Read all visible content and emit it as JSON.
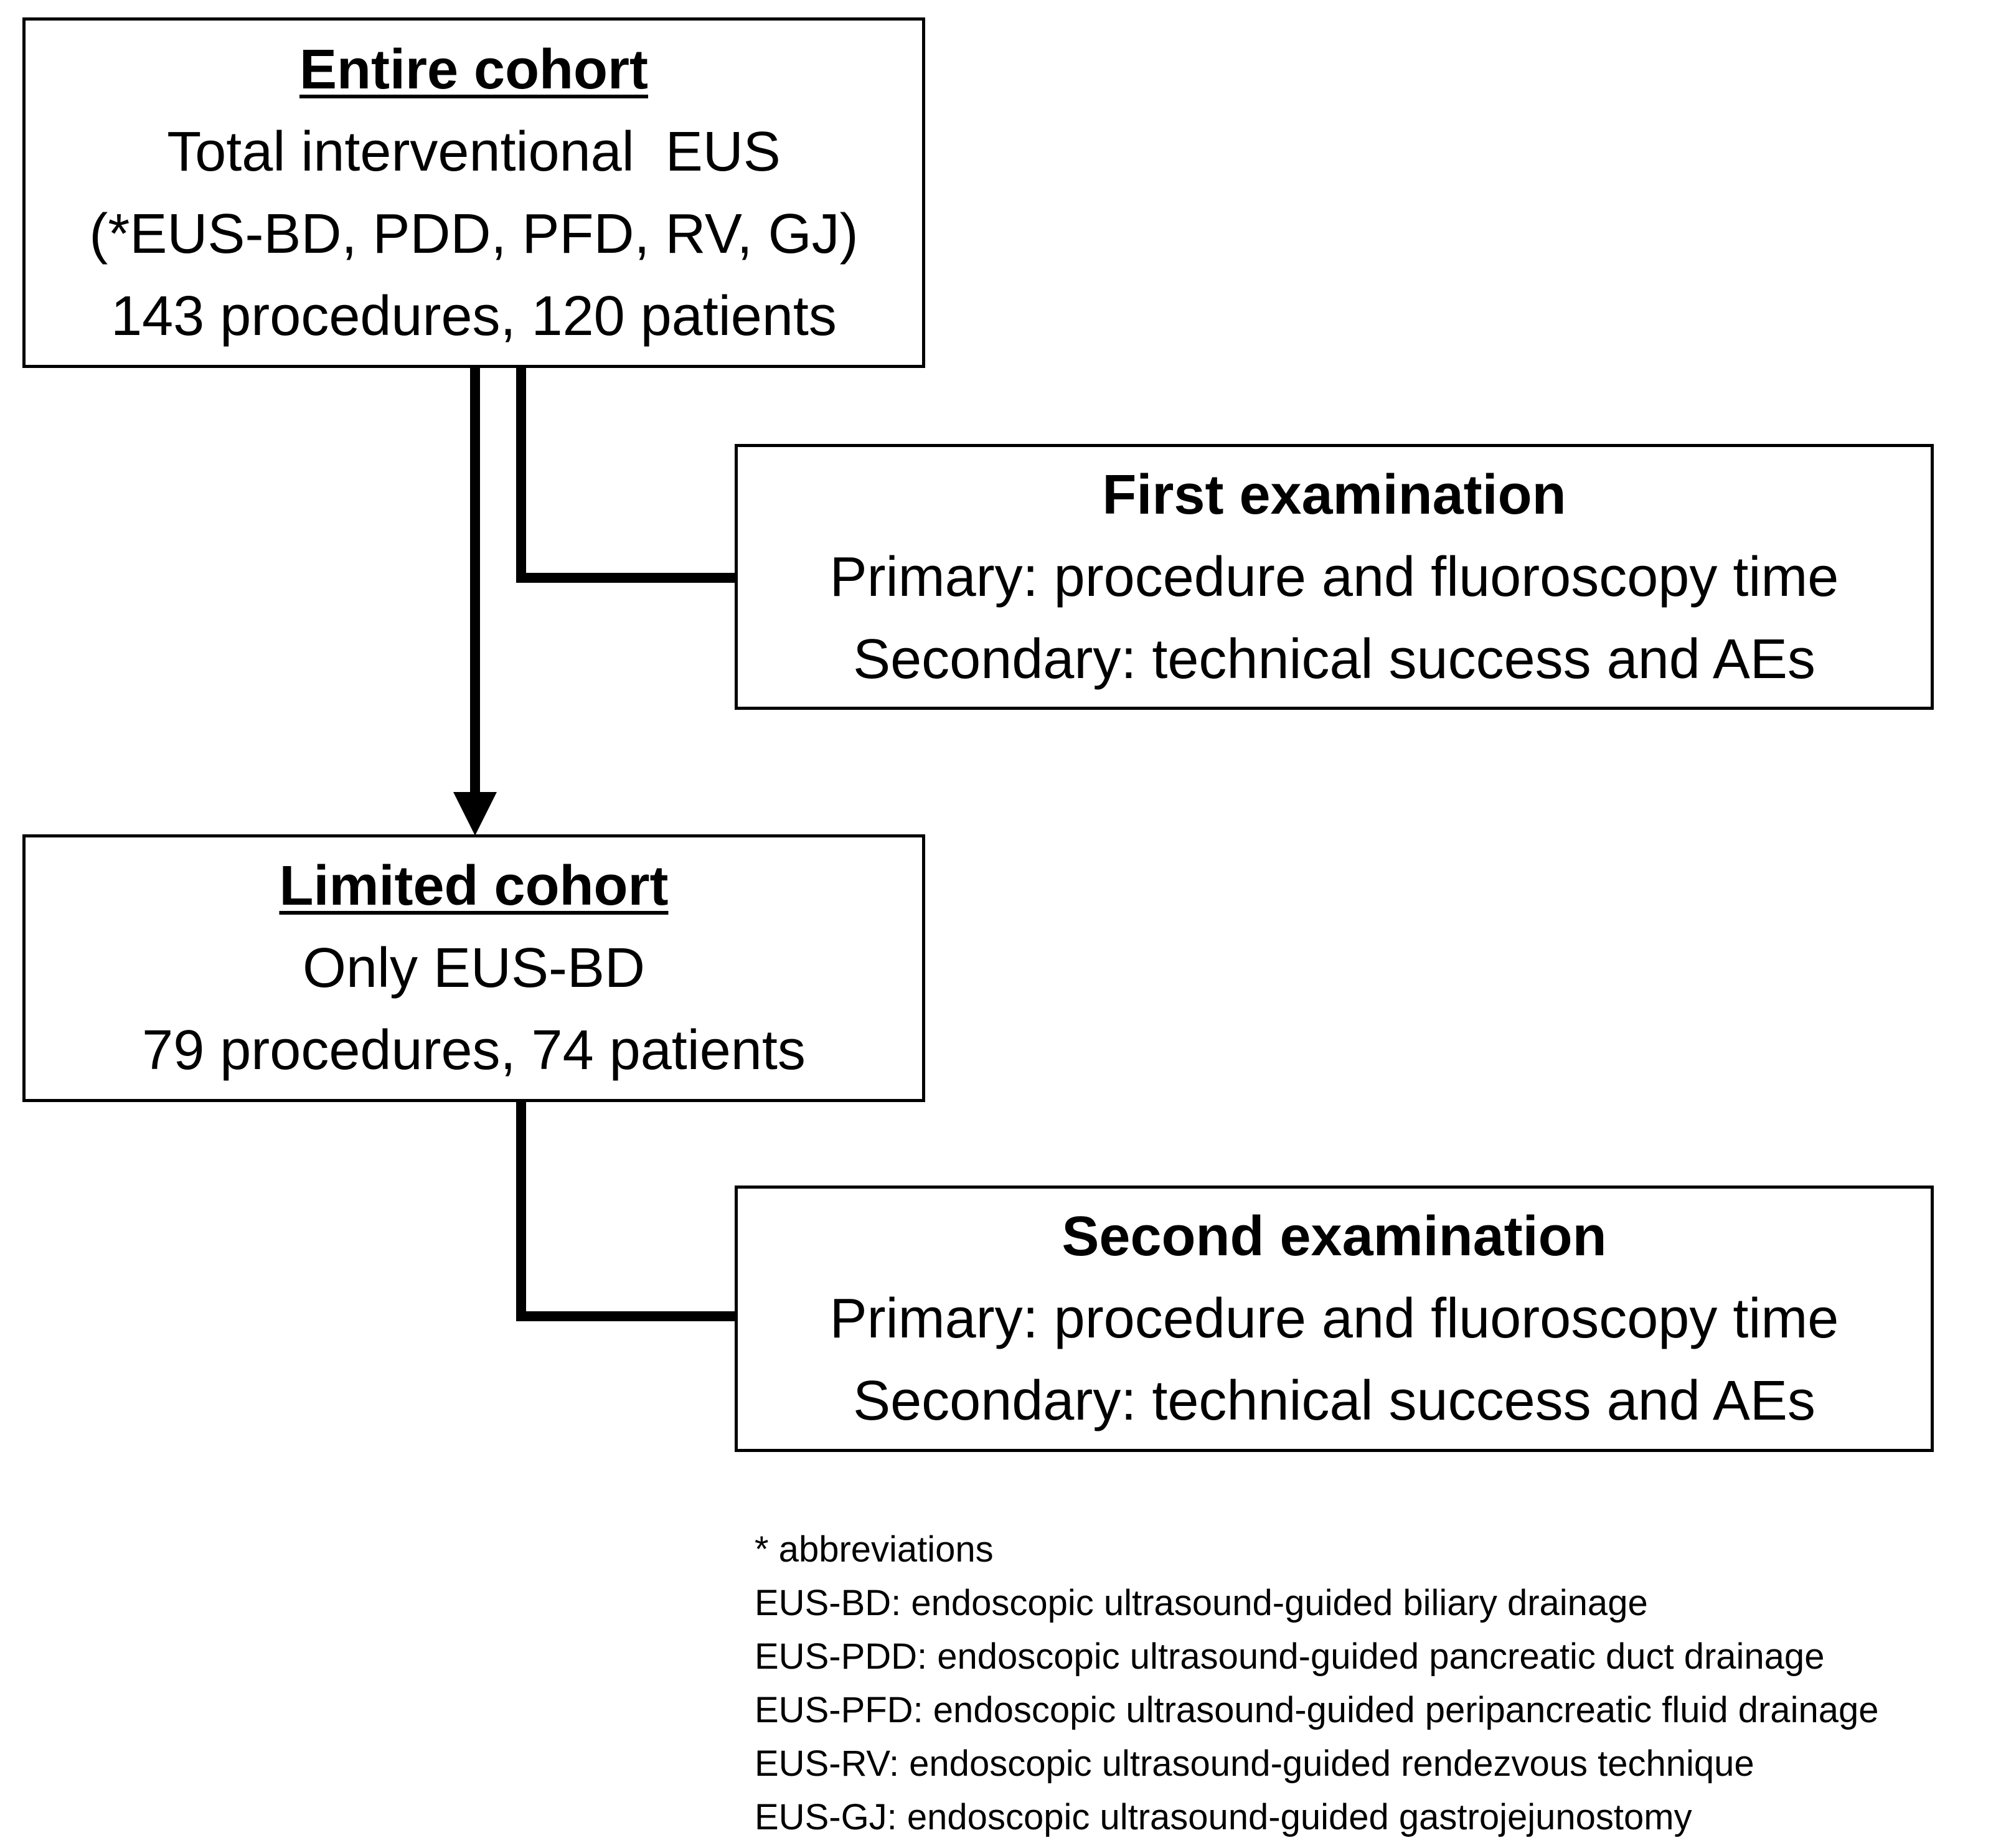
{
  "entire_cohort": {
    "title": "Entire cohort",
    "line1": "Total interventional  EUS",
    "line2": "(*EUS-BD, PDD, PFD, RV, GJ)",
    "line3": "143 procedures, 120 patients"
  },
  "first_examination": {
    "title": "First examination",
    "primary": "Primary: procedure and fluoroscopy time",
    "secondary": "Secondary: technical success and AEs"
  },
  "limited_cohort": {
    "title": "Limited cohort",
    "line1": "Only EUS-BD",
    "line2": "79 procedures, 74 patients"
  },
  "second_examination": {
    "title": "Second examination",
    "primary": "Primary: procedure and fluoroscopy time",
    "secondary": "Secondary: technical success and AEs"
  },
  "abbreviations": {
    "heading": "* abbreviations",
    "items": [
      "EUS-BD: endoscopic ultrasound-guided biliary drainage",
      "EUS-PDD: endoscopic ultrasound-guided pancreatic duct drainage",
      "EUS-PFD: endoscopic ultrasound-guided peripancreatic fluid drainage",
      "EUS-RV: endoscopic ultrasound-guided rendezvous technique",
      "EUS-GJ: endoscopic ultrasound-guided gastrojejunostomy"
    ]
  }
}
